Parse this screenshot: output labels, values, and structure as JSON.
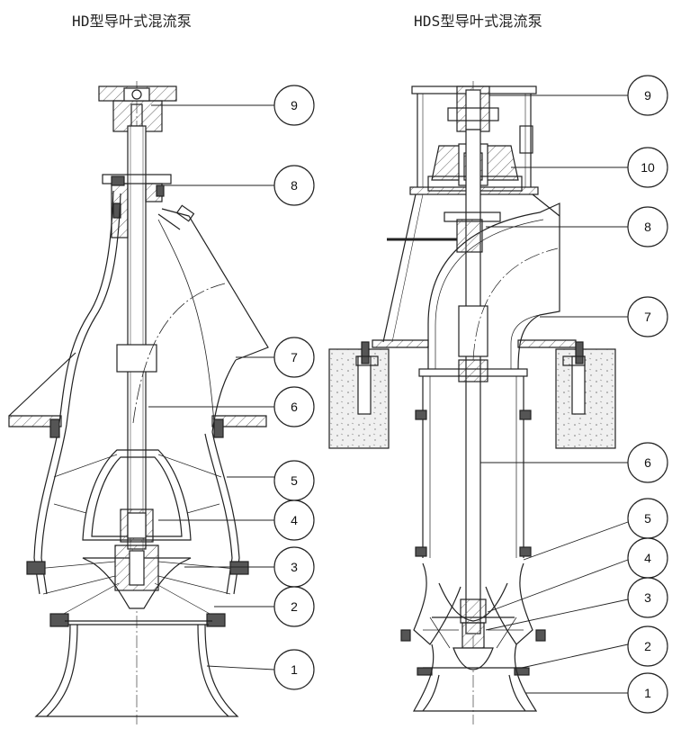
{
  "titles": {
    "hd": "HD型导叶式混流泵",
    "hds": "HDS型导叶式混流泵"
  },
  "hd_callouts": [
    "9",
    "8",
    "7",
    "6",
    "5",
    "4",
    "3",
    "2",
    "1"
  ],
  "hds_callouts": [
    "9",
    "10",
    "8",
    "7",
    "6",
    "5",
    "4",
    "3",
    "2",
    "1"
  ],
  "colors": {
    "line": "#222222",
    "concrete": "#efefef",
    "bubble_fill": "#ffffff"
  }
}
